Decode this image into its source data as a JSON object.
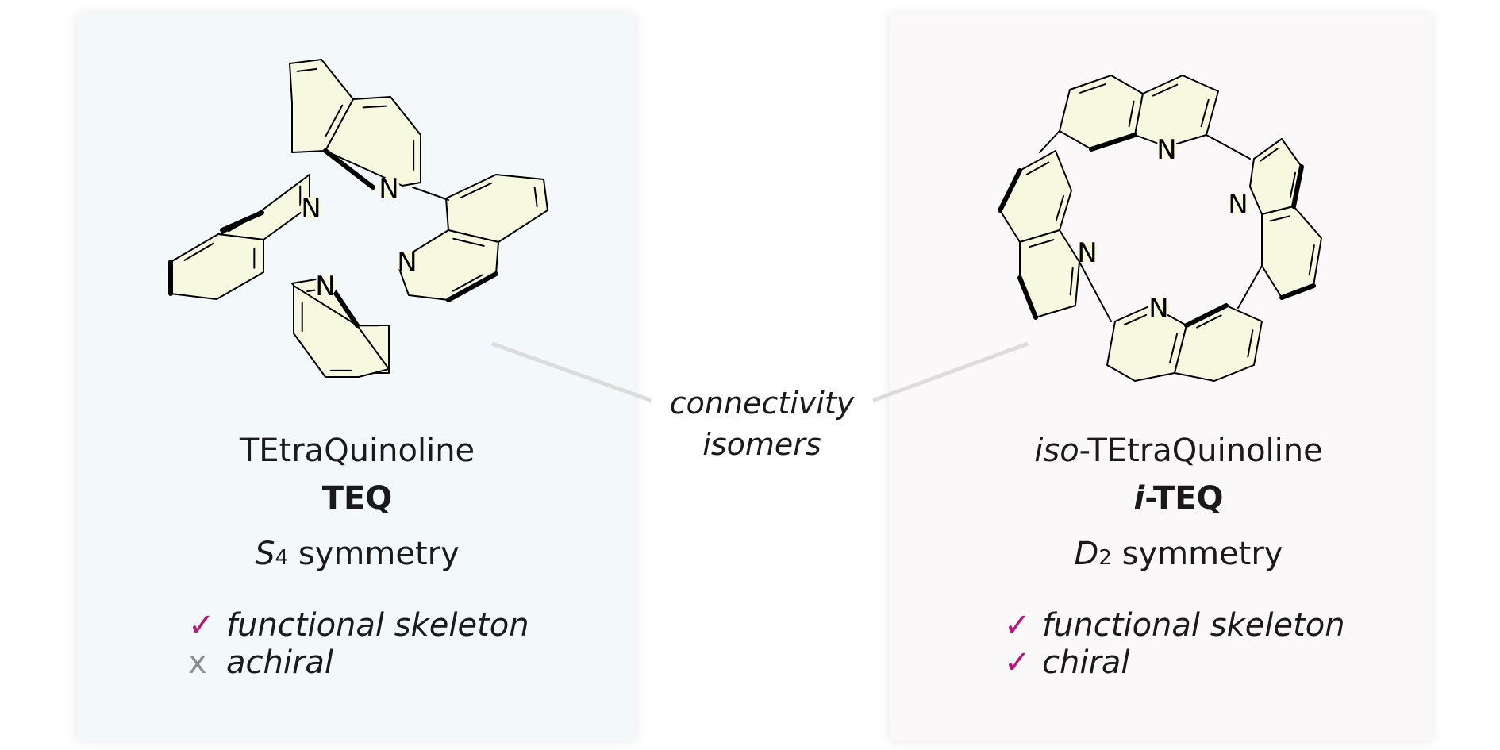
{
  "left": {
    "name": "TEtraQuinoline",
    "abbr": "TEQ",
    "symmetry_letter": "S",
    "symmetry_sub": "4",
    "symmetry_word": " symmetry",
    "features": [
      {
        "mark": "✓",
        "text": "functional skeleton",
        "kind": "check"
      },
      {
        "mark": "x",
        "text": "achiral",
        "kind": "cross"
      }
    ]
  },
  "right": {
    "name_prefix": "iso",
    "name_rest": "-TEtraQuinoline",
    "abbr_prefix": "i",
    "abbr_rest": "-TEQ",
    "symmetry_letter": "D",
    "symmetry_sub": "2",
    "symmetry_word": " symmetry",
    "features": [
      {
        "mark": "✓",
        "text": "functional skeleton",
        "kind": "check"
      },
      {
        "mark": "✓",
        "text": "chiral",
        "kind": "check"
      }
    ]
  },
  "connector": {
    "line1": "connectivity",
    "line2": "isomers"
  },
  "atom_label": "N",
  "colors": {
    "ring_fill": "#f6f8df",
    "check": "#b5157d",
    "cross": "#8e8e8e",
    "connector_line": "#e0e0e0"
  }
}
